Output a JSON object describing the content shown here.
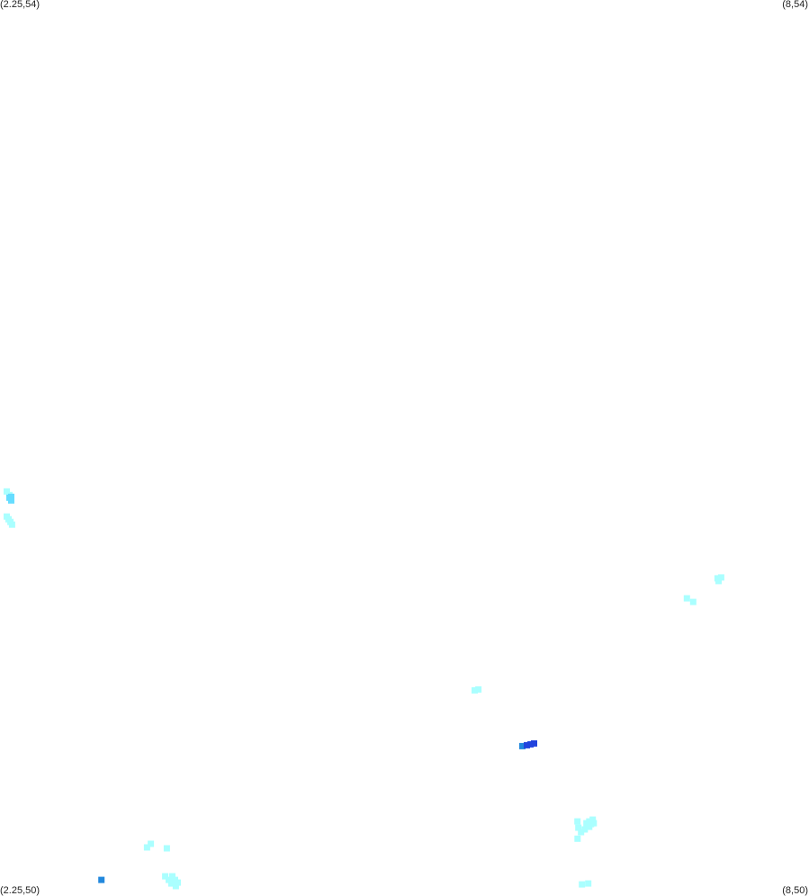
{
  "map": {
    "bounds": {
      "lon_min": 2.25,
      "lon_max": 8,
      "lat_min": 50,
      "lat_max": 54
    },
    "corner_labels": {
      "top_left": "(2.25,54)",
      "top_right": "(8,54)",
      "bottom_left": "(2.25,50)",
      "bottom_right": "(8,50)"
    },
    "palette": {
      "light": "#aaffff",
      "mid": "#66ddff",
      "medium": "#2288dd",
      "dark": "#2244dd"
    },
    "cells": [
      {
        "lon": 2.298,
        "lat": 51.806,
        "level": "light"
      },
      {
        "lon": 2.317,
        "lat": 51.79,
        "level": "light"
      },
      {
        "lon": 2.33,
        "lat": 51.782,
        "level": "mid"
      },
      {
        "lon": 2.317,
        "lat": 51.778,
        "level": "mid"
      },
      {
        "lon": 2.33,
        "lat": 51.766,
        "level": "mid"
      },
      {
        "lon": 2.298,
        "lat": 51.694,
        "level": "light"
      },
      {
        "lon": 2.311,
        "lat": 51.682,
        "level": "light"
      },
      {
        "lon": 2.324,
        "lat": 51.67,
        "level": "light"
      },
      {
        "lon": 2.336,
        "lat": 51.658,
        "level": "light"
      },
      {
        "lon": 7.35,
        "lat": 51.418,
        "level": "light"
      },
      {
        "lon": 7.376,
        "lat": 51.422,
        "level": "light"
      },
      {
        "lon": 7.357,
        "lat": 51.406,
        "level": "light"
      },
      {
        "lon": 7.132,
        "lat": 51.329,
        "level": "light"
      },
      {
        "lon": 7.177,
        "lat": 51.313,
        "level": "light"
      },
      {
        "lon": 5.624,
        "lat": 50.918,
        "level": "light"
      },
      {
        "lon": 5.65,
        "lat": 50.922,
        "level": "light"
      },
      {
        "lon": 5.963,
        "lat": 50.669,
        "level": "medium"
      },
      {
        "lon": 5.995,
        "lat": 50.673,
        "level": "dark"
      },
      {
        "lon": 6.021,
        "lat": 50.677,
        "level": "dark"
      },
      {
        "lon": 6.046,
        "lat": 50.681,
        "level": "dark"
      },
      {
        "lon": 6.354,
        "lat": 50.333,
        "level": "light"
      },
      {
        "lon": 6.361,
        "lat": 50.305,
        "level": "light"
      },
      {
        "lon": 6.38,
        "lat": 50.285,
        "level": "light"
      },
      {
        "lon": 6.406,
        "lat": 50.297,
        "level": "light"
      },
      {
        "lon": 6.418,
        "lat": 50.325,
        "level": "light"
      },
      {
        "lon": 6.438,
        "lat": 50.333,
        "level": "light"
      },
      {
        "lon": 6.451,
        "lat": 50.321,
        "level": "light"
      },
      {
        "lon": 6.463,
        "lat": 50.341,
        "level": "light"
      },
      {
        "lon": 6.47,
        "lat": 50.325,
        "level": "light"
      },
      {
        "lon": 6.438,
        "lat": 50.309,
        "level": "light"
      },
      {
        "lon": 6.355,
        "lat": 50.256,
        "level": "light"
      },
      {
        "lon": 6.386,
        "lat": 50.052,
        "level": "light"
      },
      {
        "lon": 6.431,
        "lat": 50.056,
        "level": "light"
      },
      {
        "lon": 3.295,
        "lat": 50.217,
        "level": "light"
      },
      {
        "lon": 3.322,
        "lat": 50.233,
        "level": "light"
      },
      {
        "lon": 3.436,
        "lat": 50.213,
        "level": "light"
      },
      {
        "lon": 2.971,
        "lat": 50.072,
        "level": "medium"
      },
      {
        "lon": 3.424,
        "lat": 50.088,
        "level": "light"
      },
      {
        "lon": 3.449,
        "lat": 50.072,
        "level": "light"
      },
      {
        "lon": 3.475,
        "lat": 50.088,
        "level": "light"
      },
      {
        "lon": 3.494,
        "lat": 50.072,
        "level": "light"
      },
      {
        "lon": 3.468,
        "lat": 50.056,
        "level": "light"
      },
      {
        "lon": 3.513,
        "lat": 50.06,
        "level": "light"
      },
      {
        "lon": 3.5,
        "lat": 50.044,
        "level": "light"
      }
    ]
  }
}
